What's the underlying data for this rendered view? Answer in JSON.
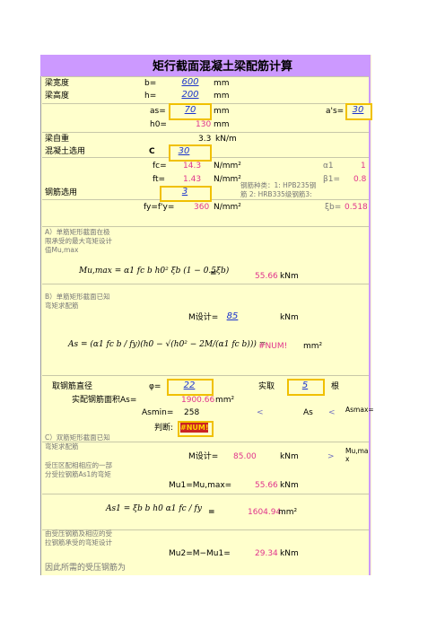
{
  "title": "矩行截面混凝土梁配筋计算",
  "inputs": {
    "b_label": "梁宽度",
    "b_sym": "b=",
    "b_val": "600",
    "b_unit": "mm",
    "h_label": "梁高度",
    "h_sym": "h=",
    "h_val": "200",
    "h_unit": "mm",
    "as_sym": "as=",
    "as_val": "70",
    "as_unit": "mm",
    "as2_sym": "a's=",
    "as2_val": "30",
    "h0_sym": "h0=",
    "h0_val": "130",
    "h0_unit": "mm",
    "selfweight_label": "梁自重",
    "selfweight_val": "3.3",
    "selfweight_unit": "kN/m",
    "concrete_label": "混凝土选用",
    "concrete_sym": "C",
    "concrete_val": "30",
    "fc_sym": "fc=",
    "fc_val": "14.3",
    "fc_unit": "N/mm²",
    "alpha1_sym": "α1",
    "alpha1_val": "1",
    "ft_sym": "ft=",
    "ft_val": "1.43",
    "ft_unit": "N/mm²",
    "beta1_sym": "β1=",
    "beta1_val": "0.8",
    "steel_label": "钢筋选用",
    "steel_val": "3",
    "steel_note1": "钢筋种类：1: HPB235钢",
    "steel_note2": "筋 2: HRB335级钢筋3:",
    "fy_sym": "fy=f'y=",
    "fy_val": "360",
    "fy_unit": "N/mm²",
    "xib_sym": "ξb=",
    "xib_val": "0.518"
  },
  "sectionA": {
    "heading1": "A）单筋矩形截面在极",
    "heading2": "限承受的最大弯矩设计",
    "heading3": "值Mu,max",
    "formula": "Mu,max = α1 fc b h0² ξb (1 − 0.5ξb)",
    "eq": "=",
    "result": "55.66",
    "unit": "kNm"
  },
  "sectionB": {
    "heading1": "B）单筋矩形截面已知",
    "heading2": "弯矩求配筋",
    "m_label": "M设计=",
    "m_val": "85",
    "m_unit": "kNm",
    "formula": "As = (α1 fc b / fy)(h0 − √(h0² − 2M/(α1 fc b))) =",
    "as_result": "#NUM!",
    "as_unit": "mm²",
    "dia_label": "取钢筋直径",
    "phi_sym": "φ=",
    "dia_val": "22",
    "count_label": "实取",
    "count_val": "5",
    "count_unit": "根",
    "area_label": "实配钢筋面积As=",
    "area_val": "1900.66",
    "area_unit": "mm²",
    "asmin_label": "Asmin=",
    "asmin_val": "258",
    "lt1": "<",
    "as_sym": "As",
    "lt2": "<",
    "asmax": "Asmax=",
    "judge_label": "判断:",
    "judge_val": "#NUM!"
  },
  "sectionC": {
    "heading1": "C）双筋矩形截面已知",
    "heading2": "弯矩求配筋",
    "m_label": "M设计=",
    "m_val": "85.00",
    "m_unit": "kNm",
    "gt": ">",
    "note_right": "Mu,ma x",
    "desc1": "受压区配相相应的一部",
    "desc2": "分受拉钢筋As1的弯矩",
    "mu1_label": "Mu1=Mu,max=",
    "mu1_val": "55.66",
    "mu1_unit": "kNm",
    "formula": "As1 = ξb b h0 α1 fc / fy",
    "eq": "=",
    "as1_val": "1604.94",
    "as1_unit": "mm²",
    "desc3": "由受压钢筋及相应的受",
    "desc4": "拉钢筋承受的弯矩设计",
    "mu2_label": "Mu2=M−Mu1=",
    "mu2_val": "29.34",
    "mu2_unit": "kNm",
    "desc5": "因此所需的受压钢筋为"
  }
}
